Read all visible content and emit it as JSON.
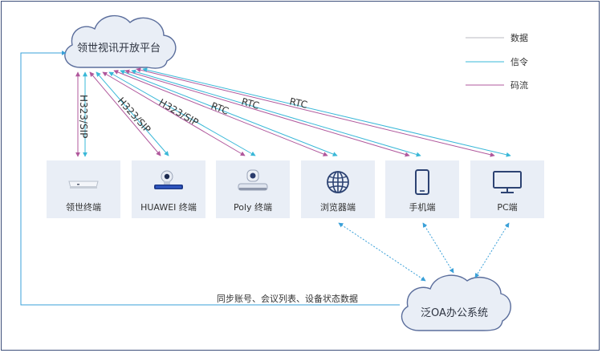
{
  "platform": {
    "label": "领世视讯开放平台"
  },
  "oa_system": {
    "label": "泛OA办公系统"
  },
  "legend": {
    "items": [
      {
        "label": "数据",
        "color": "#b8b8c0"
      },
      {
        "label": "信令",
        "color": "#3ab8d8"
      },
      {
        "label": "码流",
        "color": "#b0589c"
      }
    ]
  },
  "protocol_labels": [
    "H323/SIP",
    "H323/SIP",
    "H323/SIP",
    "RTC",
    "RTC",
    "RTC"
  ],
  "endpoints": [
    {
      "label": "领世终端",
      "icon": "terminal-device-icon"
    },
    {
      "label": "HUAWEI 终端",
      "icon": "video-conference-camera-icon"
    },
    {
      "label": "Poly 终端",
      "icon": "video-conference-camera-icon"
    },
    {
      "label": "浏览器端",
      "icon": "globe-icon"
    },
    {
      "label": "手机端",
      "icon": "mobile-phone-icon"
    },
    {
      "label": "PC端",
      "icon": "monitor-icon"
    }
  ],
  "sync_label": "同步账号、会议列表、设备状态数据"
}
